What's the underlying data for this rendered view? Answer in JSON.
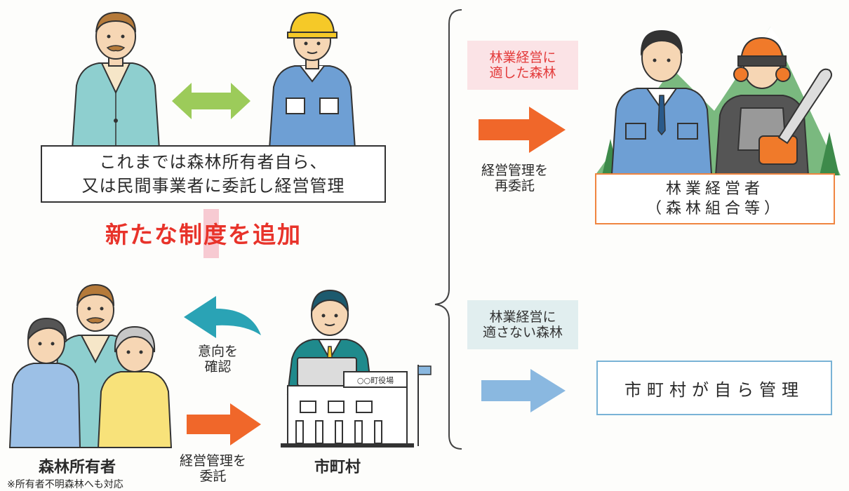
{
  "caption": {
    "line1": "これまでは森林所有者自ら、",
    "line2": "又は民間事業者に委託し経営管理"
  },
  "new_system_text": "新たな制度を追加",
  "owners": {
    "label": "森林所有者",
    "note": "※所有者不明森林へも対応"
  },
  "municipality": {
    "label": "市町村",
    "office_sign": "○○町役場"
  },
  "arrows": {
    "confirm_intent": {
      "line1": "意向を",
      "line2": "確認",
      "color": "#2aa3b5"
    },
    "entrust": {
      "line1": "経営管理を",
      "line2": "委託",
      "color": "#f0672a"
    },
    "re_entrust": {
      "line1": "経営管理を",
      "line2": "再委託",
      "color": "#f0672a"
    },
    "self_manage_color": "#8ab8e0",
    "mutual_color": "#9ccb5a"
  },
  "suitable_tag": {
    "line1": "林業経営に",
    "line2": "適した森林"
  },
  "unsuitable_tag": {
    "line1": "林業経営に",
    "line2": "適さない森林"
  },
  "forestry_operator": {
    "line1": "林業経営者",
    "line2": "（森林組合等）"
  },
  "self_manage_box": "市町村が自ら管理",
  "icons": [
    "owner-person-icon",
    "worker-helmet-icon",
    "chainsaw-worker-icon",
    "officer-icon",
    "town-hall-icon",
    "mountain-icon"
  ]
}
